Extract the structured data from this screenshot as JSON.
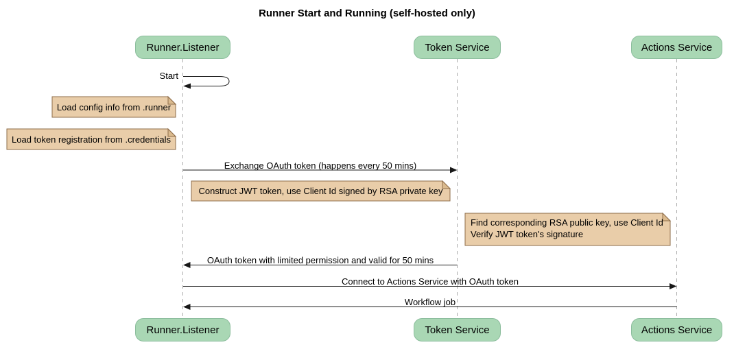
{
  "diagram": {
    "type": "sequence",
    "title": "Runner Start and Running (self-hosted only)"
  },
  "participants": [
    {
      "label": "Runner.Listener"
    },
    {
      "label": "Token Service"
    },
    {
      "label": "Actions Service"
    }
  ],
  "messages": [
    {
      "label": "Start",
      "from": "Runner.Listener",
      "to": "Runner.Listener",
      "kind": "self"
    },
    {
      "label": "Exchange OAuth token (happens every 50 mins)",
      "from": "Runner.Listener",
      "to": "Token Service",
      "kind": "solid-arrow"
    },
    {
      "label": "OAuth token with limited permission and valid for 50 mins",
      "from": "Token Service",
      "to": "Runner.Listener",
      "kind": "solid-arrow"
    },
    {
      "label": "Connect to Actions Service with OAuth token",
      "from": "Runner.Listener",
      "to": "Actions Service",
      "kind": "solid-arrow"
    },
    {
      "label": "Workflow job",
      "from": "Actions Service",
      "to": "Runner.Listener",
      "kind": "solid-arrow"
    }
  ],
  "notes": [
    {
      "position": "left of Runner.Listener",
      "lines": [
        "Load config info from .runner"
      ]
    },
    {
      "position": "left of Runner.Listener",
      "lines": [
        "Load token registration from .credentials"
      ]
    },
    {
      "position": "left of Token Service",
      "lines": [
        "Construct JWT token, use Client Id signed by RSA private key"
      ]
    },
    {
      "position": "left of Actions Service",
      "lines": [
        "Find corresponding RSA public key, use Client Id",
        "Verify JWT token's signature"
      ]
    }
  ],
  "colors": {
    "background": "#FFFFFF",
    "participant_fill": "#A9D7B4",
    "participant_border": "#8BBD9C",
    "note_fill": "#E9CDA9",
    "note_border": "#8E6D4A",
    "note_fold": "#DABA8E",
    "lifeline": "#ABABAB",
    "arrow": "#181818",
    "text": "#000000"
  }
}
